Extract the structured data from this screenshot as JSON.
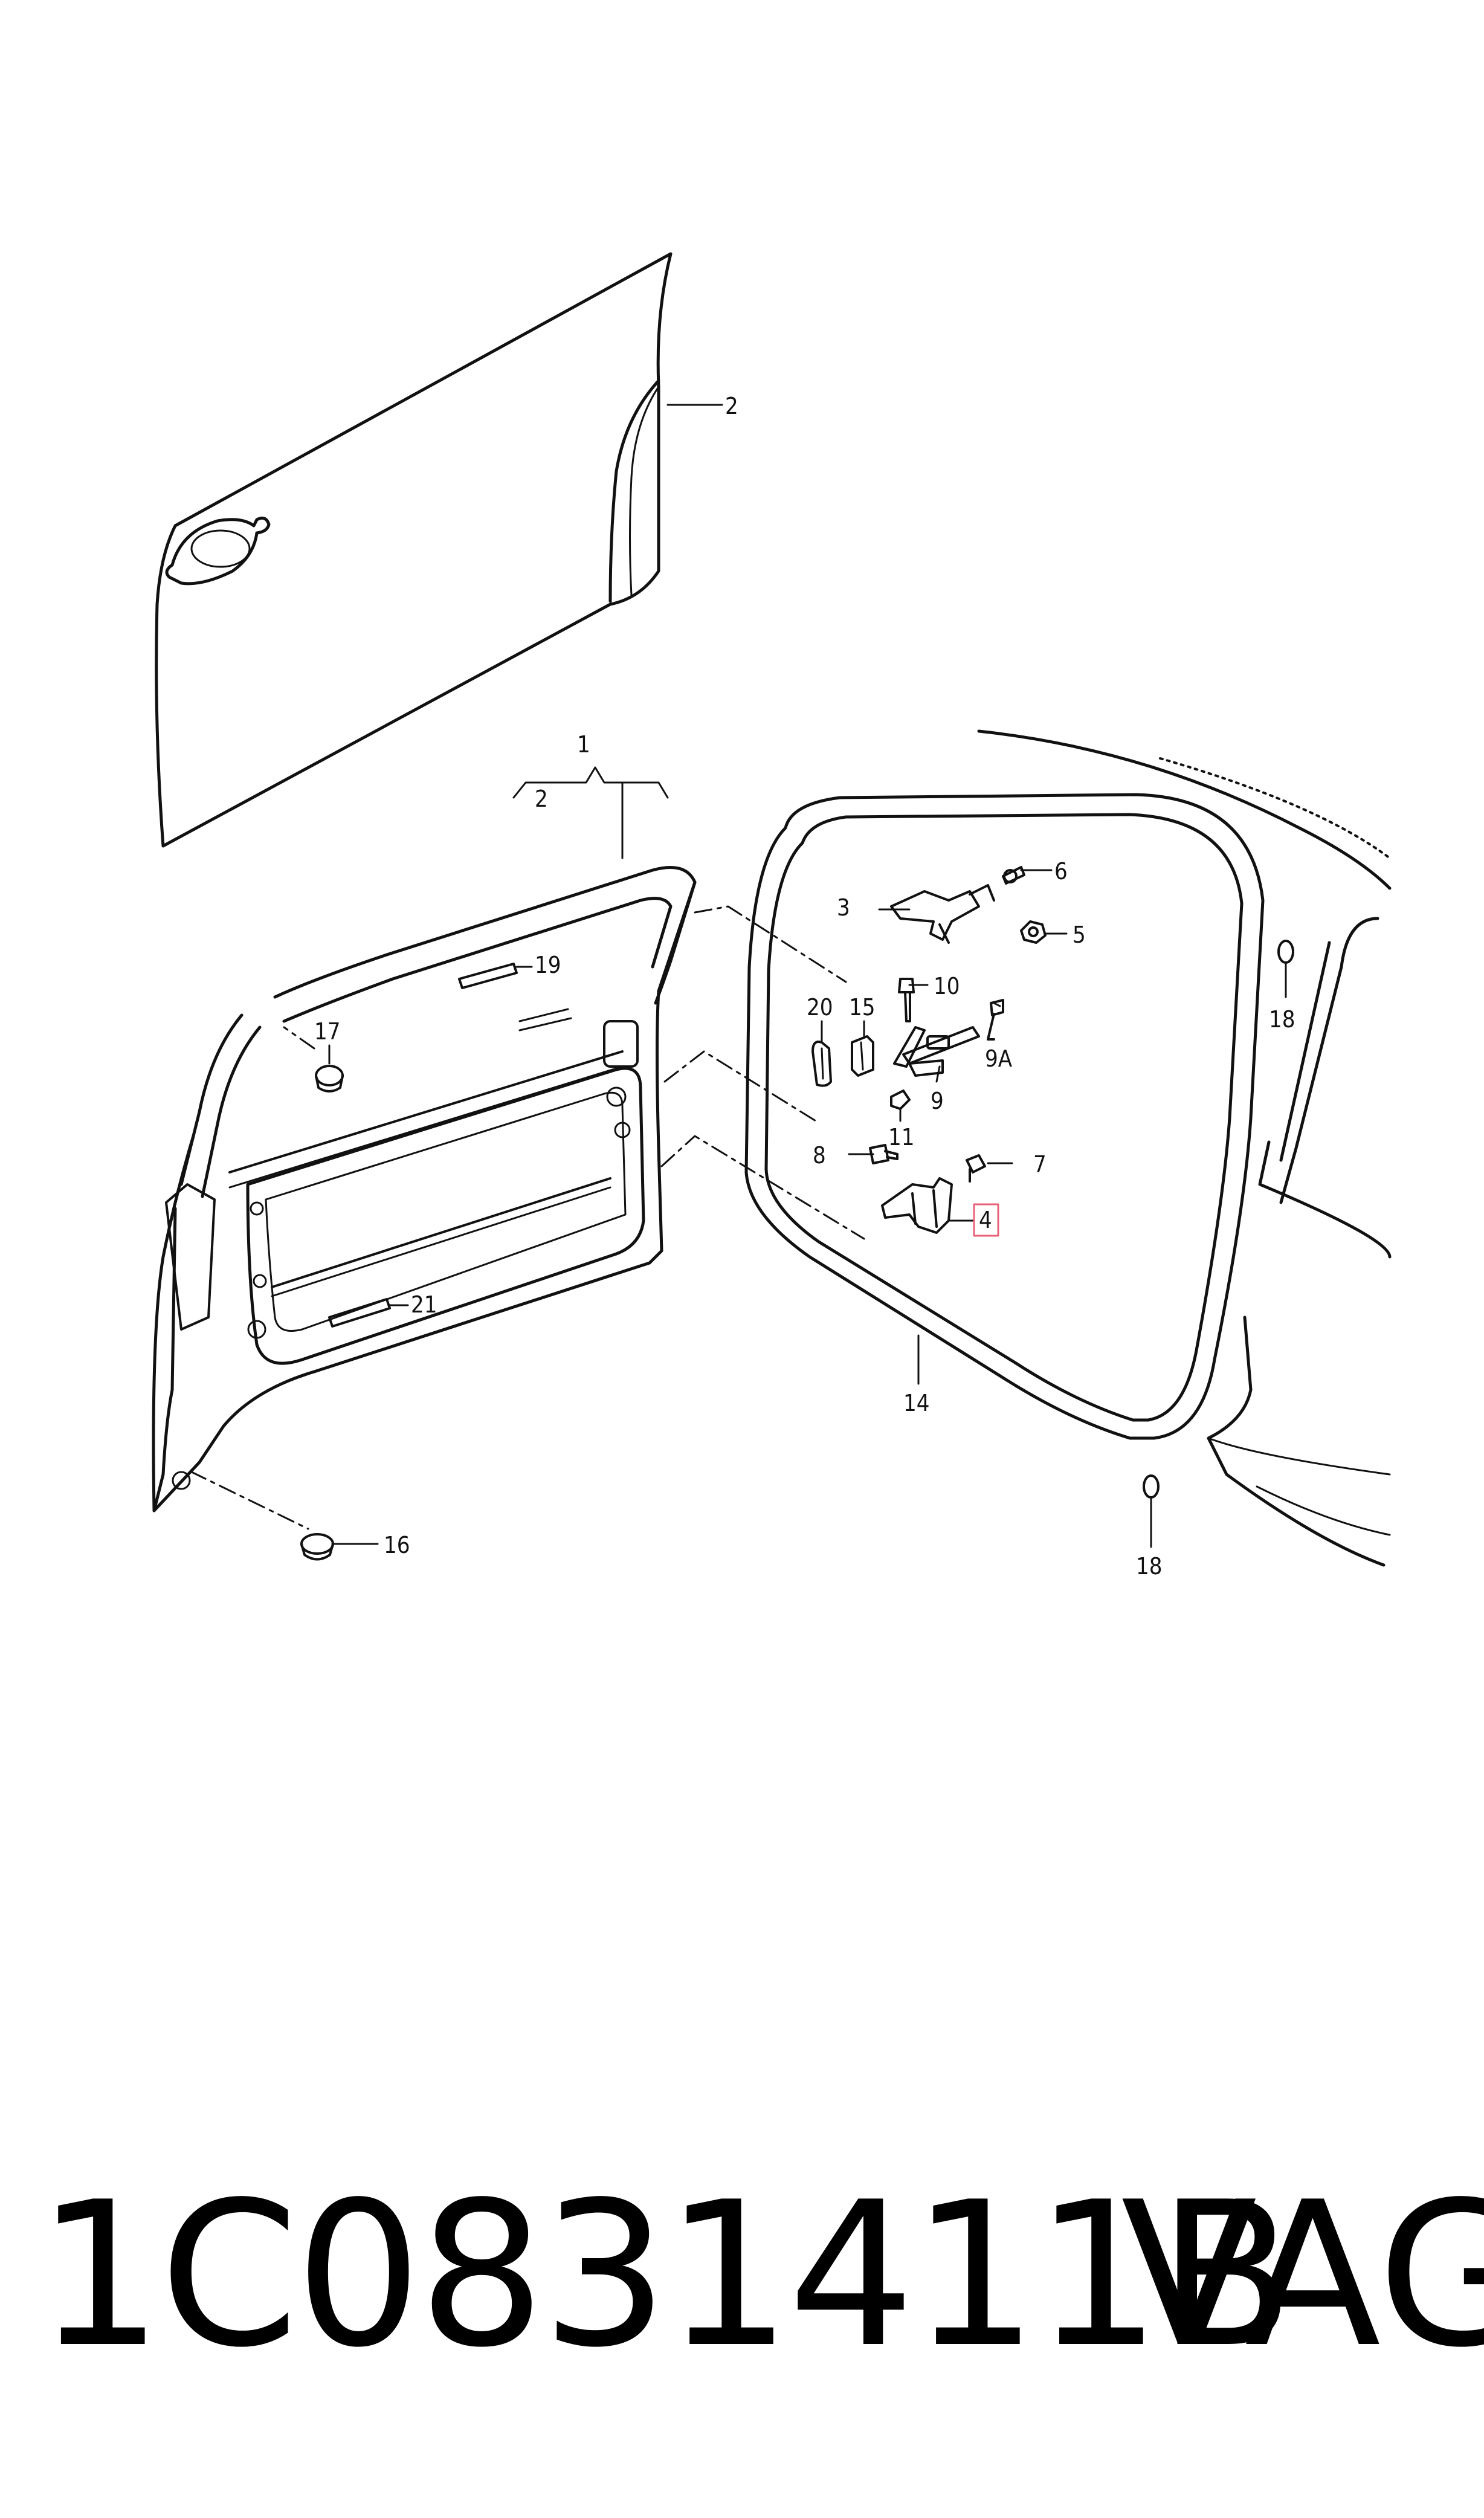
{
  "diagram": {
    "highlight_color": "#e8637a",
    "callouts": {
      "c1": "1",
      "c2_top": "2",
      "c2_brace": "2",
      "c3": "3",
      "c4": "4",
      "c5": "5",
      "c6": "6",
      "c7": "7",
      "c8": "8",
      "c9": "9",
      "c9a": "9A",
      "c10": "10",
      "c11": "11",
      "c14": "14",
      "c15": "15",
      "c16": "16",
      "c17": "17",
      "c18_upper": "18",
      "c18_lower": "18",
      "c19": "19",
      "c20": "20",
      "c21": "21"
    }
  },
  "footer": {
    "part_number": "1C0831411B",
    "brand": "VAG"
  }
}
